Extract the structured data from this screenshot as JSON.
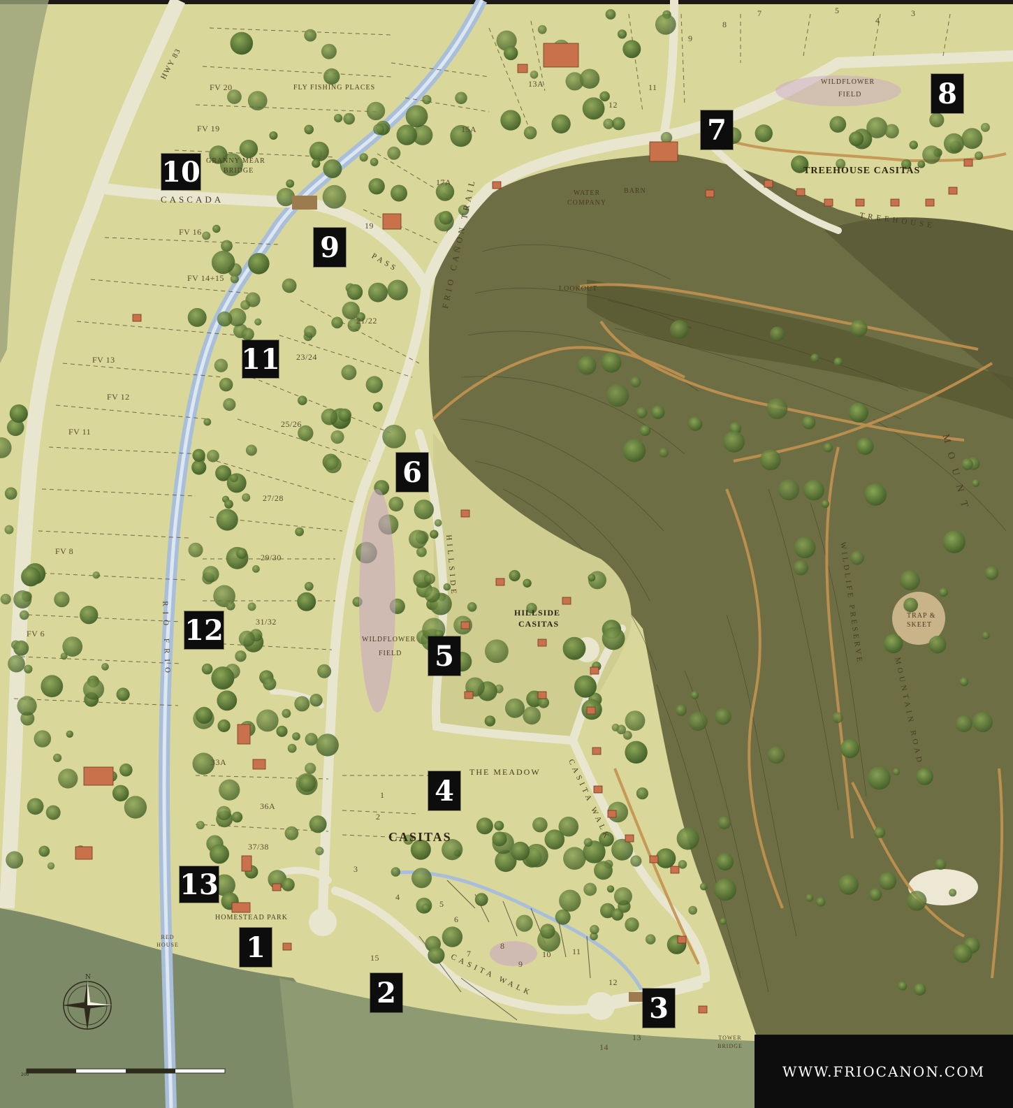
{
  "map": {
    "markers": [
      "1",
      "2",
      "3",
      "4",
      "5",
      "6",
      "7",
      "8",
      "9",
      "10",
      "11",
      "12",
      "13"
    ],
    "labels": {
      "hwy": "HWY 83",
      "fly_fishing": "FLY FISHING PLACES",
      "granny_mear": "GRANNY MEAR",
      "bridge": "BRIDGE",
      "cascada": "CASCADA",
      "pass": "PASS",
      "water_company": "WATER COMPANY",
      "barn": "BARN",
      "wildflower_field_top": "WILDFLOWER",
      "field_top": "FIELD",
      "treehouse_casitas": "TREEHOUSE CASITAS",
      "treehouse_road": "TREEHOUSE",
      "lookout": "LOOKOUT",
      "frio_canon_trail": "FRIO CAÑON TRAIL",
      "hillside": "HILLSIDE",
      "hillside_casitas_1": "HILLSIDE",
      "hillside_casitas_2": "CASITAS",
      "wildflower_field_mid": "WILDFLOWER",
      "field_mid": "FIELD",
      "the_meadow": "THE MEADOW",
      "casitas": "CASITAS",
      "casita_walk": "CASITA WALK",
      "casita_walk_side": "CASITA WALK",
      "homestead_park": "HOMESTEAD PARK",
      "rio_frio": "RIO FRIO",
      "wildlife_preserve": "WILDLIFE PRESERVE",
      "trap_skeet_1": "TRAP &",
      "trap_skeet_2": "SKEET",
      "mountain_road": "MOUNTAIN ROAD",
      "mount": "MOUNT",
      "tower_bridge": "TOWER BRIDGE",
      "red_house": "RED HOUSE"
    },
    "lots": {
      "fv20": "FV 20",
      "fv19": "FV 19",
      "fv16": "FV 16",
      "fv1415": "FV 14+15",
      "fv13": "FV 13",
      "fv12": "FV 12",
      "fv11": "FV 11",
      "fv8": "FV 8",
      "fv6": "FV 6",
      "l13a": "13A",
      "l12": "12",
      "l11": "11",
      "l15a": "15A",
      "l17a": "17A",
      "l19": "19",
      "l2122": "21/22",
      "l2324": "23/24",
      "l2526": "25/26",
      "l2728": "27/28",
      "l2930": "29/30",
      "l3132": "31/32",
      "l33a": "33A",
      "l36a": "36A",
      "l3738": "37/38",
      "top9": "9",
      "top8": "8",
      "top7": "7",
      "top5": "5",
      "top4": "4",
      "top3": "3",
      "c1": "1",
      "c2": "2",
      "c3": "3",
      "c4": "4",
      "c5": "5",
      "c6": "6",
      "c7": "7",
      "c8": "8",
      "c9": "9",
      "c10": "10",
      "c11": "11",
      "c12": "12",
      "c13": "13",
      "c14": "14",
      "c15": "15"
    },
    "website": "WWW.FRIOCANON.COM",
    "compass_n": "N",
    "scale_zero": "200"
  },
  "colors": {
    "meadow": "#d9d79a",
    "road": "#e9e6cf",
    "creek": "#a9bfd9",
    "forest": "#6e6e45",
    "tree": "#5c7a35",
    "trail": "#c3924f",
    "building": "#c9714b",
    "marker": "#0d0d0d"
  }
}
